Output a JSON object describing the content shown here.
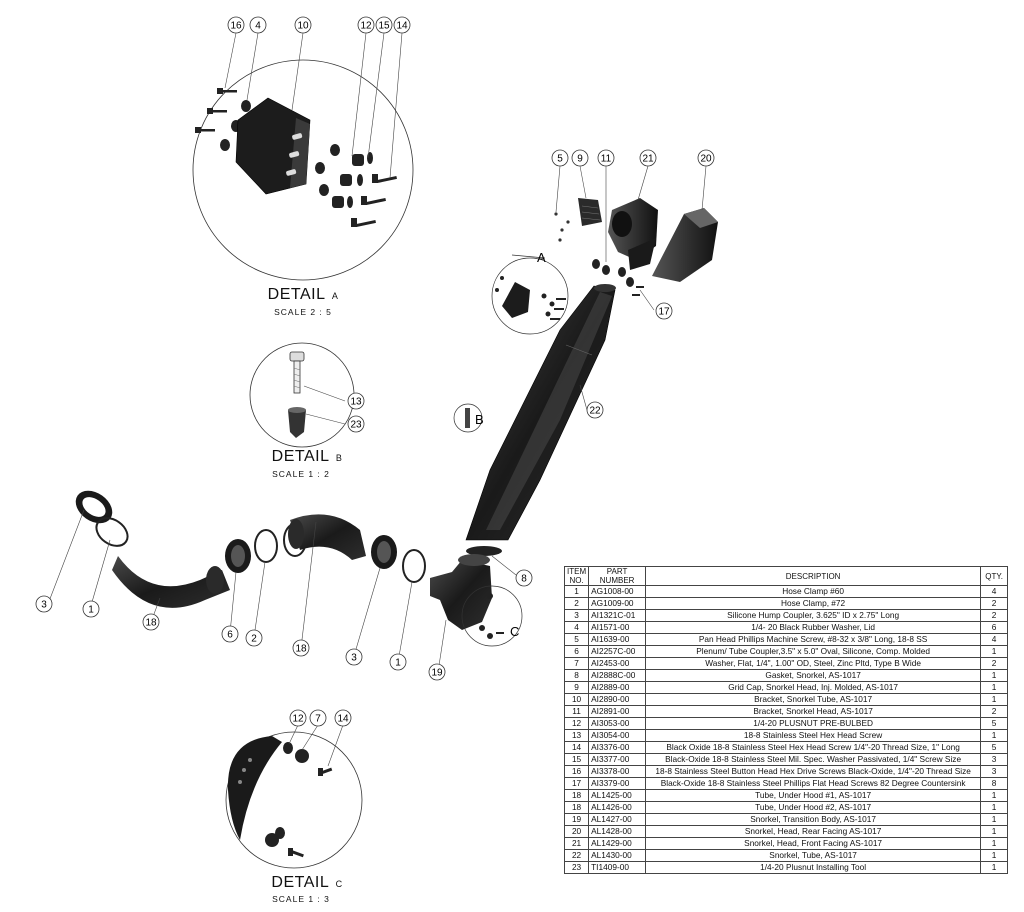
{
  "details": [
    {
      "title": "DETAIL",
      "letter": "A",
      "scale": "SCALE 2 : 5"
    },
    {
      "title": "DETAIL",
      "letter": "B",
      "scale": "SCALE 1 : 2"
    },
    {
      "title": "DETAIL",
      "letter": "C",
      "scale": "SCALE 1 : 3"
    }
  ],
  "view_letters": {
    "a": "A",
    "b": "B",
    "c": "C"
  },
  "balloons": {
    "da16": "16",
    "da4": "4",
    "da10": "10",
    "da12": "12",
    "da15": "15",
    "da14": "14",
    "db13": "13",
    "db23": "23",
    "dc12": "12",
    "dc7": "7",
    "dc14": "14",
    "m5": "5",
    "m9": "9",
    "m11": "11",
    "m21": "21",
    "m20": "20",
    "m17": "17",
    "m22": "22",
    "m8": "8",
    "m3a": "3",
    "m1a": "1",
    "m18a": "18",
    "m6": "6",
    "m2": "2",
    "m18b": "18",
    "m3b": "3",
    "m1b": "1",
    "m19": "19"
  },
  "bom": {
    "headers": {
      "item": "ITEM NO.",
      "part": "PART NUMBER",
      "desc": "DESCRIPTION",
      "qty": "QTY."
    },
    "rows": [
      {
        "item": "1",
        "part": "AG1008-00",
        "desc": "Hose Clamp #60",
        "qty": "4"
      },
      {
        "item": "2",
        "part": "AG1009-00",
        "desc": "Hose Clamp, #72",
        "qty": "2"
      },
      {
        "item": "3",
        "part": "AI1321C-01",
        "desc": "Silicone Hump Coupler, 3.625\" ID x 2.75\" Long",
        "qty": "2"
      },
      {
        "item": "4",
        "part": "AI1571-00",
        "desc": "1/4- 20 Black Rubber Washer, Lid",
        "qty": "6"
      },
      {
        "item": "5",
        "part": "AI1639-00",
        "desc": "Pan Head Phillips Machine Screw, #8-32 x 3/8\" Long, 18-8 SS",
        "qty": "4"
      },
      {
        "item": "6",
        "part": "AI2257C-00",
        "desc": "Plenum/ Tube Coupler,3.5\" x 5.0\" Oval, Silicone, Comp. Molded",
        "qty": "1"
      },
      {
        "item": "7",
        "part": "AI2453-00",
        "desc": "Washer, Flat, 1/4\", 1.00\" OD, Steel, Zinc Pltd, Type B Wide",
        "qty": "2"
      },
      {
        "item": "8",
        "part": "AI2888C-00",
        "desc": "Gasket, Snorkel, AS-1017",
        "qty": "1"
      },
      {
        "item": "9",
        "part": "AI2889-00",
        "desc": "Grid Cap, Snorkel Head, Inj. Molded, AS-1017",
        "qty": "1"
      },
      {
        "item": "10",
        "part": "AI2890-00",
        "desc": "Bracket, Snorkel Tube, AS-1017",
        "qty": "1"
      },
      {
        "item": "11",
        "part": "AI2891-00",
        "desc": "Bracket, Snorkel Head, AS-1017",
        "qty": "2"
      },
      {
        "item": "12",
        "part": "AI3053-00",
        "desc": "1/4-20 PLUSNUT PRE-BULBED",
        "qty": "5"
      },
      {
        "item": "13",
        "part": "AI3054-00",
        "desc": "18-8 Stainless Steel Hex Head Screw",
        "qty": "1"
      },
      {
        "item": "14",
        "part": "AI3376-00",
        "desc": "Black Oxide 18-8 Stainless Steel Hex Head Screw 1/4\"-20 Thread Size, 1\" Long",
        "qty": "5"
      },
      {
        "item": "15",
        "part": "AI3377-00",
        "desc": "Black-Oxide 18-8 Stainless Steel Mil. Spec. Washer Passivated, 1/4\" Screw Size",
        "qty": "3"
      },
      {
        "item": "16",
        "part": "AI3378-00",
        "desc": "18-8 Stainless Steel Button Head Hex Drive Screws Black-Oxide, 1/4\"-20 Thread Size",
        "qty": "3"
      },
      {
        "item": "17",
        "part": "AI3379-00",
        "desc": "Black-Oxide 18-8 Stainless Steel Phillips Flat Head Screws 82 Degree Countersink",
        "qty": "8"
      },
      {
        "item": "18",
        "part": "AL1425-00",
        "desc": "Tube, Under Hood #1, AS-1017",
        "qty": "1"
      },
      {
        "item": "18",
        "part": "AL1426-00",
        "desc": "Tube, Under Hood #2, AS-1017",
        "qty": "1"
      },
      {
        "item": "19",
        "part": "AL1427-00",
        "desc": "Snorkel, Transition Body, AS-1017",
        "qty": "1"
      },
      {
        "item": "20",
        "part": "AL1428-00",
        "desc": "Snorkel, Head, Rear Facing AS-1017",
        "qty": "1"
      },
      {
        "item": "21",
        "part": "AL1429-00",
        "desc": "Snorkel, Head, Front Facing AS-1017",
        "qty": "1"
      },
      {
        "item": "22",
        "part": "AL1430-00",
        "desc": "Snorkel, Tube, AS-1017",
        "qty": "1"
      },
      {
        "item": "23",
        "part": "TI1409-00",
        "desc": "1/4-20 Plusnut Installing Tool",
        "qty": "1"
      }
    ]
  }
}
